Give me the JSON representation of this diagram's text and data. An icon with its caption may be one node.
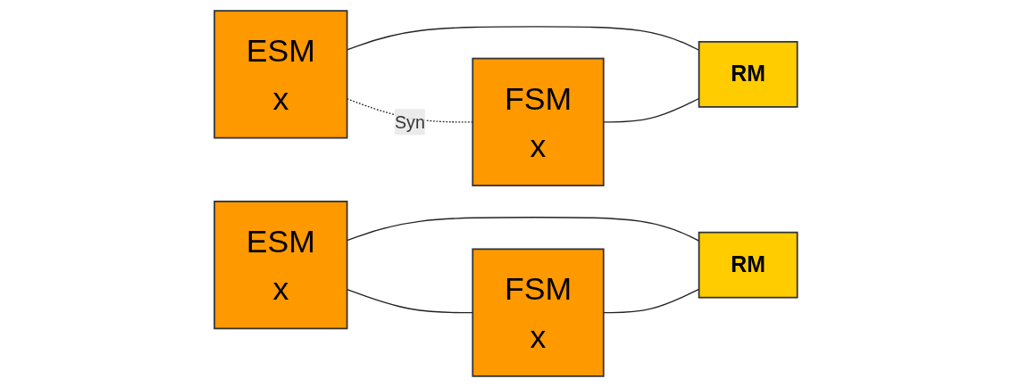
{
  "diagram": {
    "nodes": [
      {
        "text": [
          "ESM",
          "x"
        ]
      },
      {
        "text": [
          "FSM",
          "x"
        ]
      },
      {
        "text": [
          "RM"
        ]
      },
      {
        "text": [
          "ESM",
          "x"
        ]
      },
      {
        "text": [
          "FSM",
          "x"
        ]
      },
      {
        "text": [
          "RM"
        ]
      }
    ],
    "edges": [
      {
        "from": 0,
        "to": 1,
        "arrow": "none",
        "style": "dashed",
        "label": "Syn"
      },
      {
        "from": 0,
        "to": 2,
        "arrow": "none"
      },
      {
        "from": 1,
        "to": 2,
        "arrow": "none"
      },
      {
        "from": 3,
        "to": 4,
        "arrow": "none"
      },
      {
        "from": 3,
        "to": 5,
        "arrow": "none"
      },
      {
        "from": 4,
        "to": 5,
        "arrow": "none"
      }
    ]
  }
}
